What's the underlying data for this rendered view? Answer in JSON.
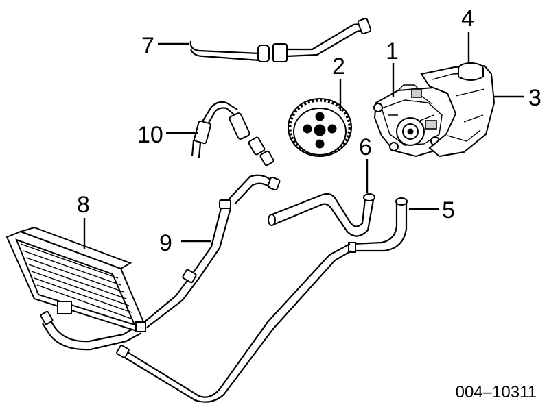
{
  "figure": {
    "code": "004–10311",
    "callouts": [
      {
        "label": "1",
        "part": "power-steering-pump"
      },
      {
        "label": "2",
        "part": "pulley"
      },
      {
        "label": "3",
        "part": "reservoir"
      },
      {
        "label": "4",
        "part": "reservoir-cap"
      },
      {
        "label": "5",
        "part": "return-hose"
      },
      {
        "label": "6",
        "part": "supply-hose"
      },
      {
        "label": "7",
        "part": "pressure-line"
      },
      {
        "label": "8",
        "part": "oil-cooler"
      },
      {
        "label": "9",
        "part": "cooler-line"
      },
      {
        "label": "10",
        "part": "pressure-hose"
      }
    ]
  }
}
